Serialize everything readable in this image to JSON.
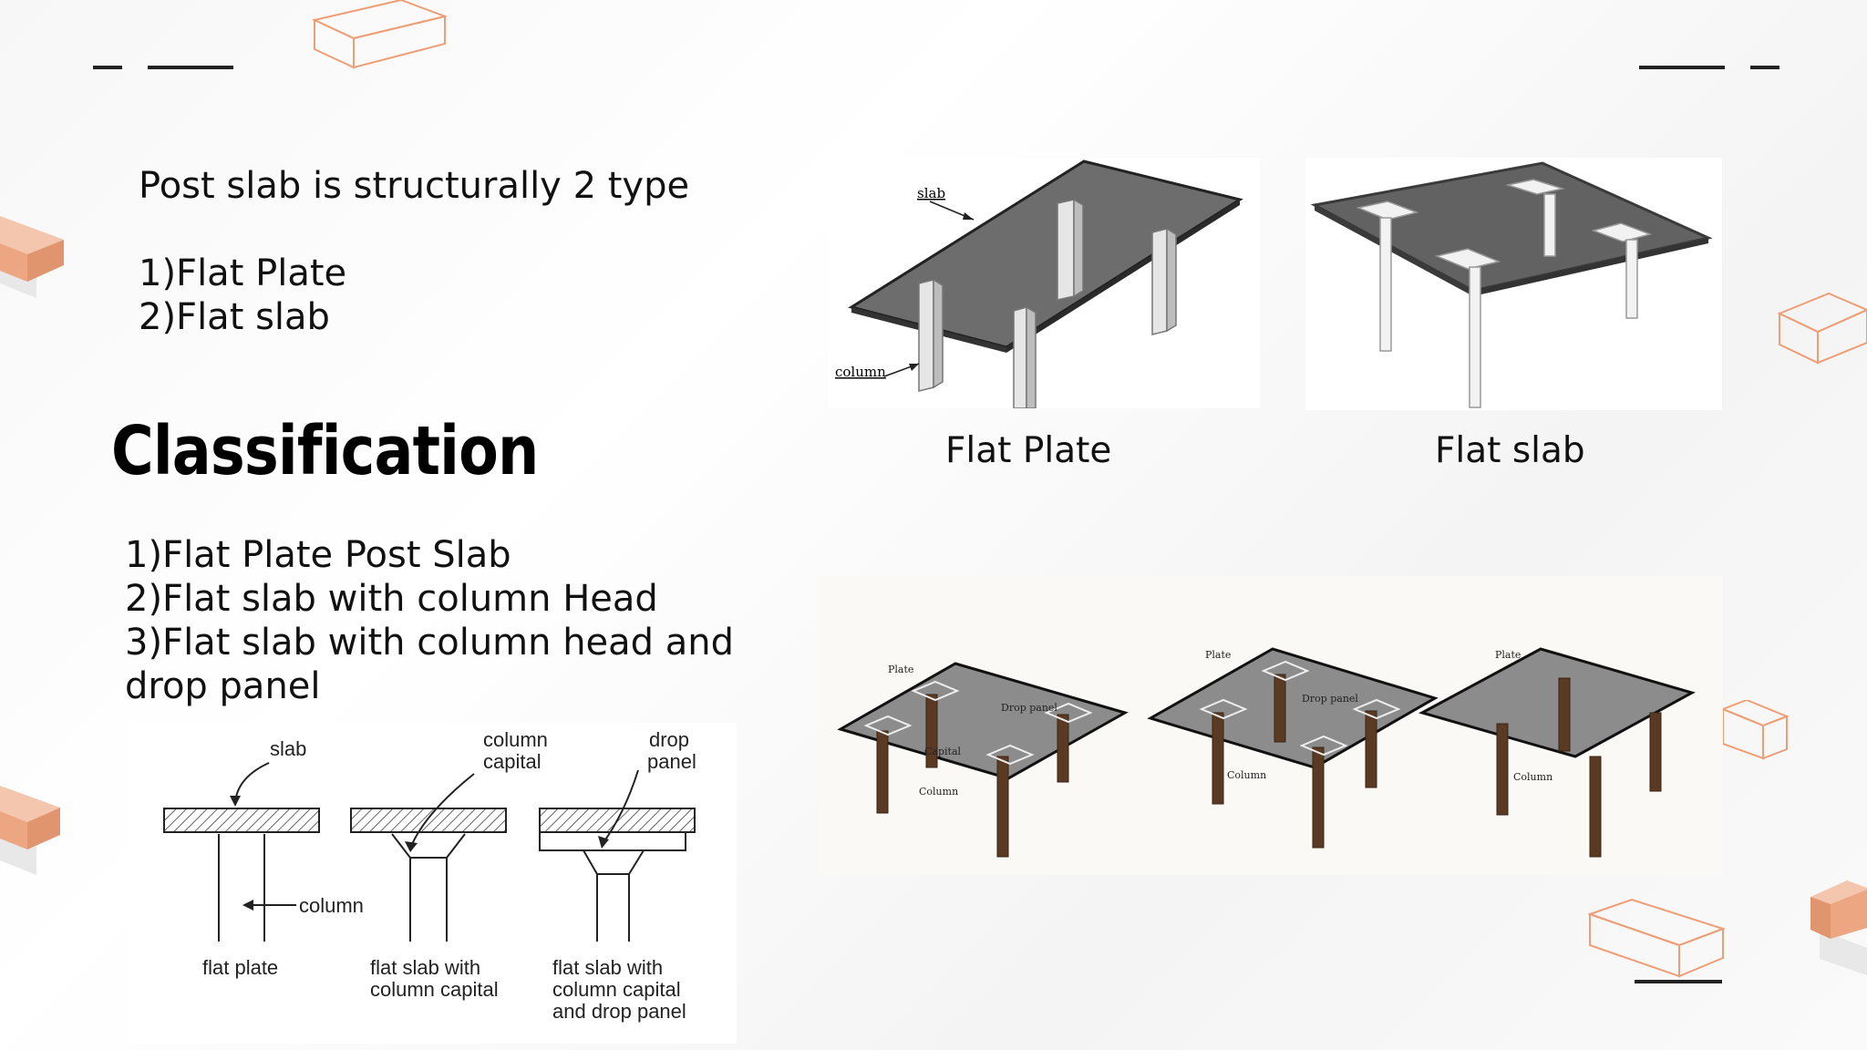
{
  "intro": {
    "heading": "Post slab is structurally 2 type",
    "types": [
      "1)Flat Plate",
      "2)Flat slab"
    ]
  },
  "section_title": "Classification",
  "classifications": [
    "1)Flat Plate Post Slab",
    "2)Flat slab with column Head",
    "3)Flat slab with column head and",
    "drop panel"
  ],
  "captions": {
    "flat_plate": "Flat Plate",
    "flat_slab": "Flat slab"
  },
  "flat_plate_figure": {
    "slab_label": "slab",
    "column_label": "column"
  },
  "sketch_figure": {
    "labels": {
      "slab": "slab",
      "column_capital_1": "column",
      "column_capital_2": "capital",
      "drop_panel_1": "drop",
      "drop_panel_2": "panel",
      "column": "column"
    },
    "captions": {
      "a": "flat plate",
      "b1": "flat slab with",
      "b2": "column capital",
      "c1": "flat slab with",
      "c2": "column capital",
      "c3": "and drop panel"
    }
  },
  "render_figure": {
    "labels": {
      "plate_1": "Plate",
      "drop_panel_1": "Drop panel",
      "capital": "Capital",
      "column_1": "Column",
      "plate_2": "Plate",
      "drop_panel_2": "Drop panel",
      "column_2": "Column",
      "plate_3": "Plate",
      "column_3": "Column"
    }
  },
  "colors": {
    "accent": "#e8a684",
    "accent_outline": "#ee9e76",
    "slab_gray": "#6d6d6d",
    "column_brown": "#5a3a22"
  }
}
